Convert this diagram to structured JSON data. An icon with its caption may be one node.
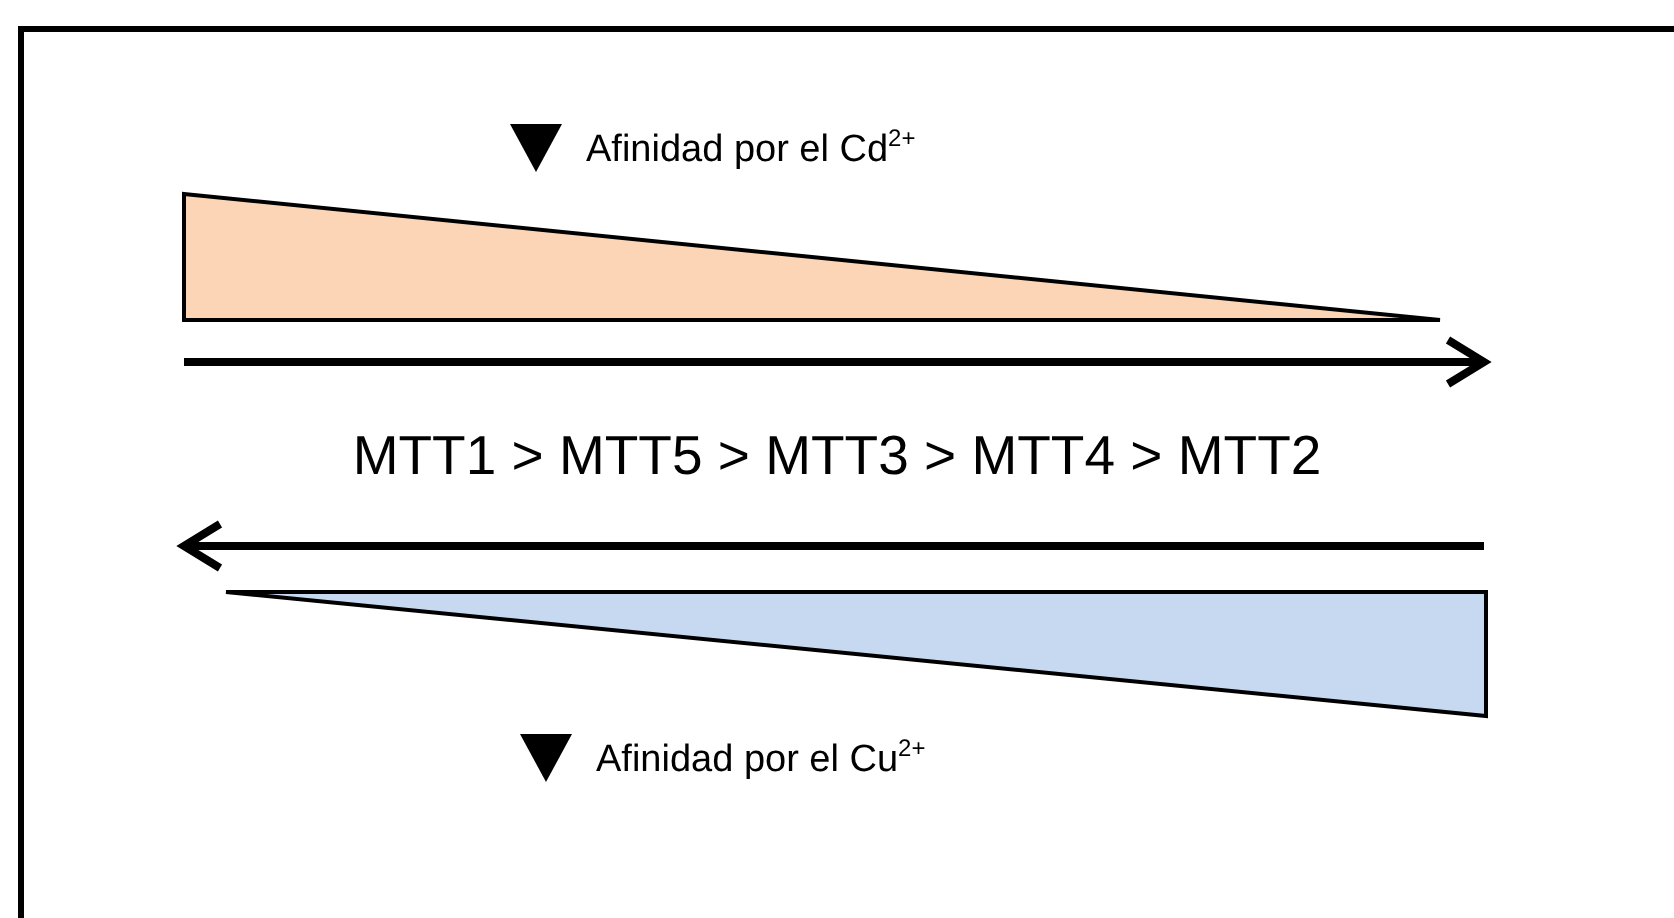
{
  "diagram": {
    "nodes": [
      {
        "text": [],
        "shape": "triangle"
      },
      {
        "text": [],
        "shape": "triangle"
      }
    ],
    "labels": [
      "Afinidad por el Cd$^{2+}$",
      "MTT1 > MTT5 > MTT3 > MTT4 > MTT2",
      "Afinidad por el Cu$^{2+}$"
    ]
  }
}
